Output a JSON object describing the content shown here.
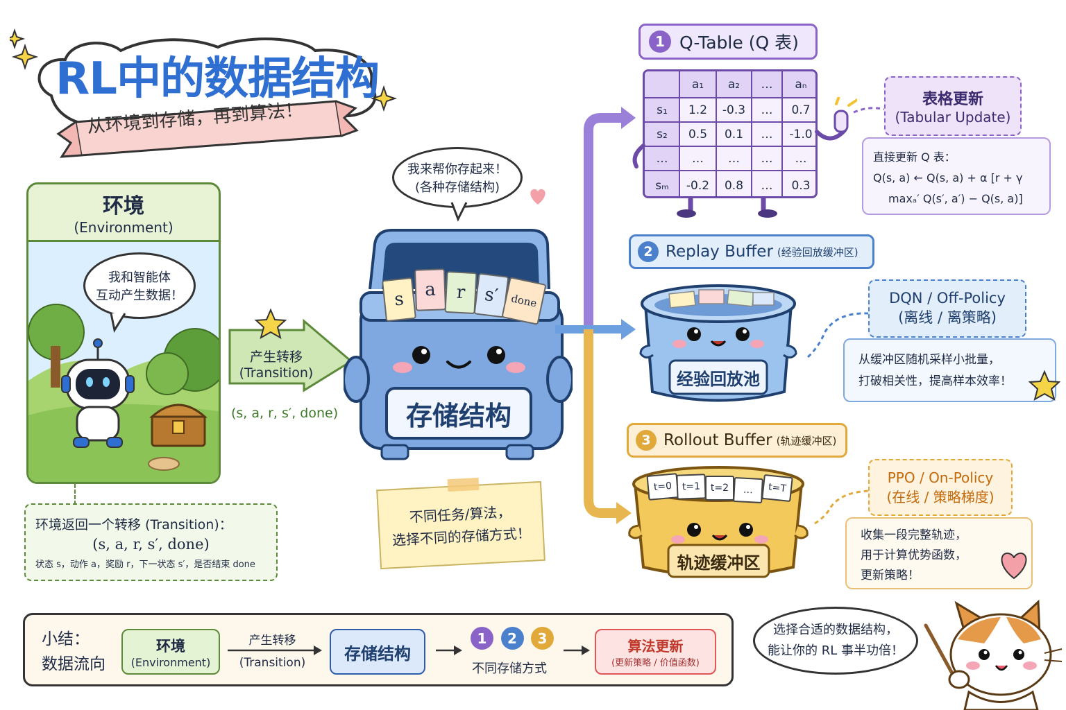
{
  "title": {
    "main": "RL中的数据结构",
    "ribbon": "从环境到存储，再到算法！"
  },
  "environment": {
    "title": "环境",
    "subtitle": "(Environment)",
    "speech_1": "我和智能体",
    "speech_2": "互动产生数据！",
    "note_line1": "环境返回一个转移 (Transition)：",
    "note_line2": "(s, a, r, s′, done)",
    "note_line3": "状态 s，动作 a，奖励 r，下一状态 s′，是否结束 done"
  },
  "transition_arrow": {
    "label_1": "产生转移",
    "label_2": "(Transition)",
    "tuple": "(s, a, r, s′, done)"
  },
  "storage": {
    "speech_1": "我来帮你存起来！",
    "speech_2": "(各种存储结构)",
    "cards": [
      "s",
      "a",
      "r",
      "s′",
      "done"
    ],
    "label": "存储结构",
    "sticky_1": "不同任务/算法，",
    "sticky_2": "选择不同的存储方式！"
  },
  "qtable": {
    "number": "1",
    "header": "Q-Table (Q 表)",
    "col_headers": [
      "a₁",
      "a₂",
      "…",
      "aₙ"
    ],
    "rows": [
      {
        "state": "s₁",
        "values": [
          "1.2",
          "-0.3",
          "…",
          "0.7"
        ]
      },
      {
        "state": "s₂",
        "values": [
          "0.5",
          "0.1",
          "…",
          "-1.0"
        ]
      },
      {
        "state": "…",
        "values": [
          "…",
          "…",
          "…",
          "…"
        ]
      },
      {
        "state": "sₘ",
        "values": [
          "-0.2",
          "0.8",
          "…",
          "0.3"
        ]
      }
    ],
    "tag_1": "表格更新",
    "tag_2": "(Tabular Update)",
    "desc_1": "直接更新 Q 表：",
    "desc_2": "Q(s, a) ← Q(s, a) + α [r + γ",
    "desc_3": "maxₐ′ Q(s′, a′) − Q(s, a)]"
  },
  "replay": {
    "number": "2",
    "header": "Replay Buffer",
    "header_cn": "(经验回放缓冲区)",
    "label": "经验回放池",
    "tag_1": "DQN / Off-Policy",
    "tag_2": "(离线 / 离策略)",
    "desc_1": "从缓冲区随机采样小批量，",
    "desc_2": "打破相关性，提高样本效率！"
  },
  "rollout": {
    "number": "3",
    "header": "Rollout Buffer",
    "header_cn": "(轨迹缓冲区)",
    "cards": [
      "t=0",
      "t=1",
      "t=2",
      "…",
      "t=T"
    ],
    "label": "轨迹缓冲区",
    "tag_1": "PPO / On-Policy",
    "tag_2": "(在线 / 策略梯度)",
    "desc_1": "收集一段完整轨迹，",
    "desc_2": "用于计算优势函数，",
    "desc_3": "更新策略！"
  },
  "summary": {
    "title_1": "小结：",
    "title_2": "数据流向",
    "env_1": "环境",
    "env_2": "(Environment)",
    "arrow_1": "产生转移",
    "arrow_2": "(Transition)",
    "storage": "存储结构",
    "nums": [
      "1",
      "2",
      "3"
    ],
    "ways": "不同存储方式",
    "algo_1": "算法更新",
    "algo_2": "(更新策略 / 价值函数)"
  },
  "cat": {
    "speech_1": "选择合适的数据结构，",
    "speech_2": "能让你的 RL 事半功倍！"
  },
  "colors": {
    "env_green": "#e8f3d6",
    "storage_blue": "#7fa8e0",
    "qtable_purple": "#8a63c8",
    "replay_blue": "#4a80cc",
    "rollout_orange": "#e0a93a",
    "algo_red": "#e05555"
  }
}
